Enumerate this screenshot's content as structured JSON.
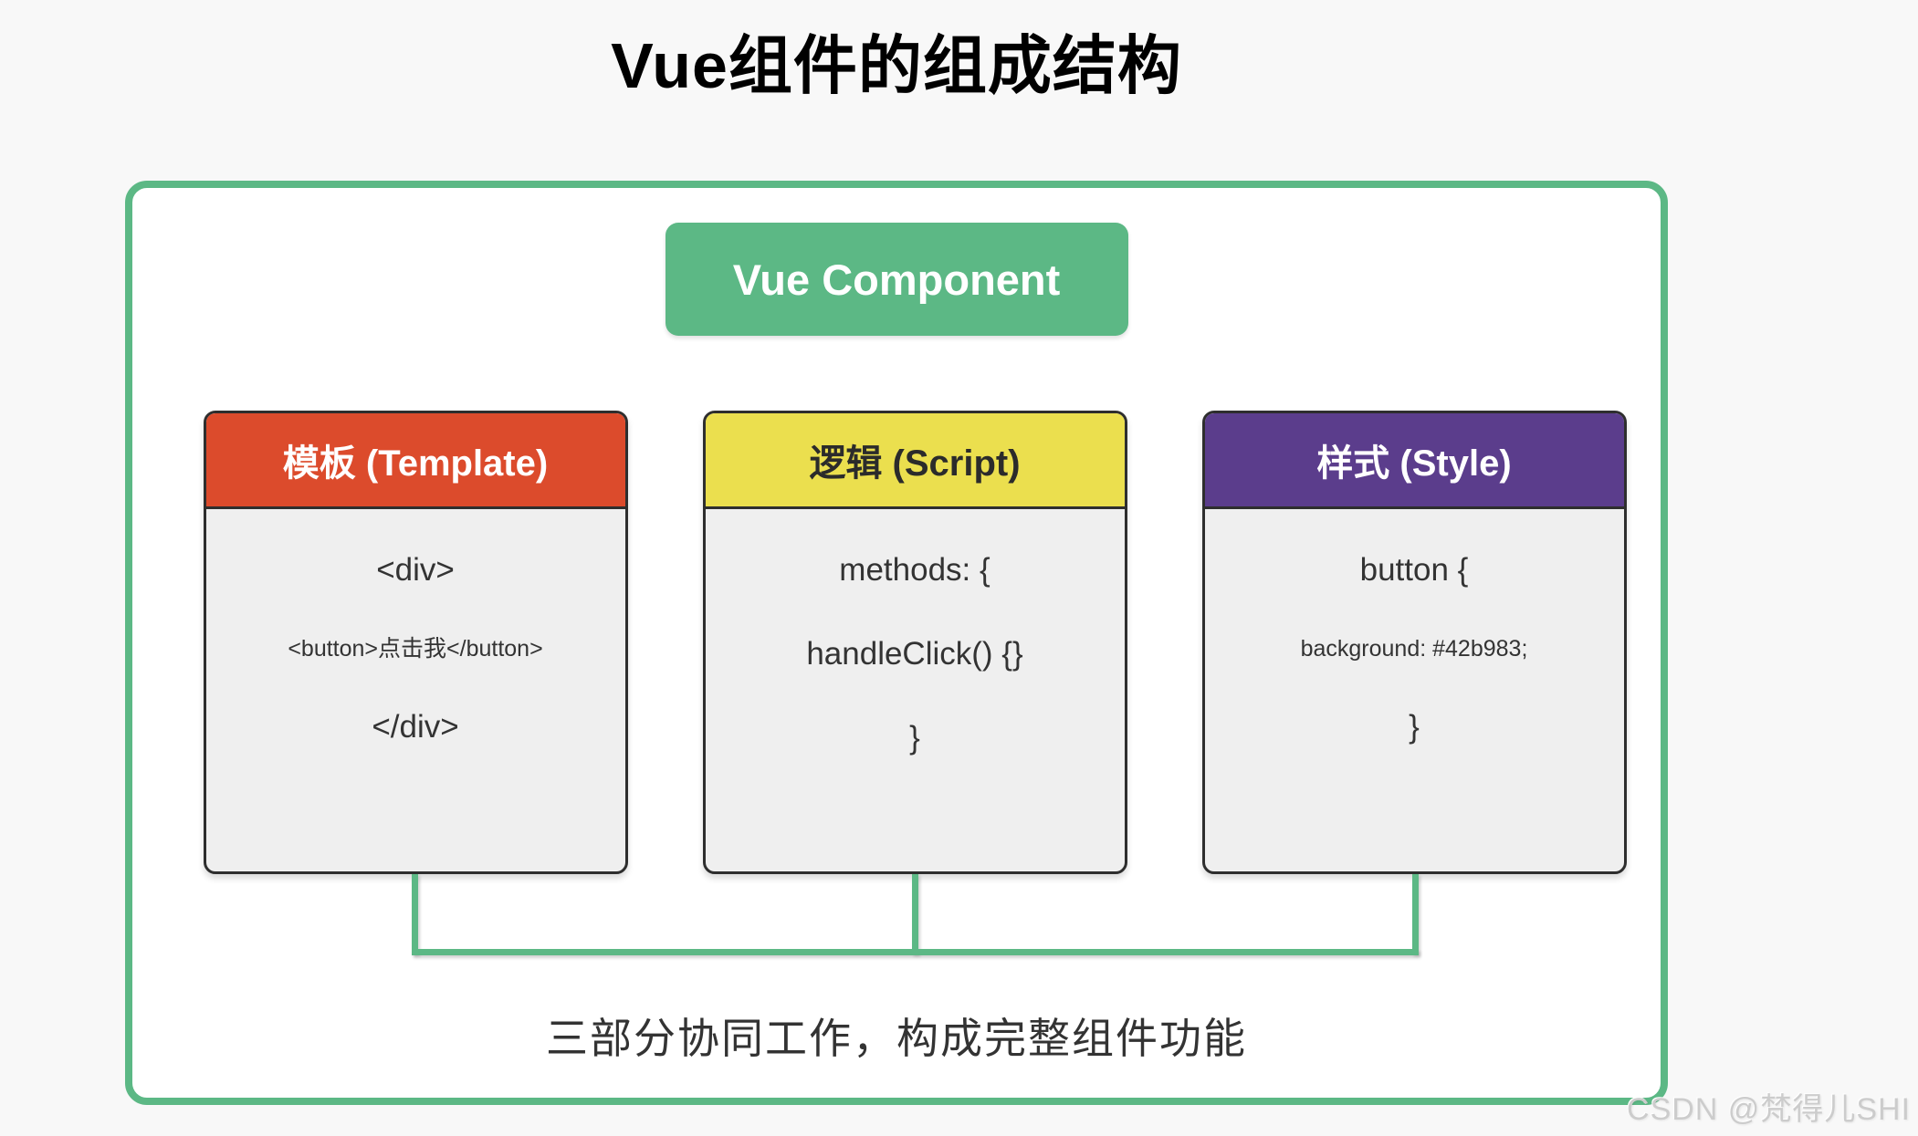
{
  "title": "Vue组件的组成结构",
  "root": {
    "label": "Vue Component"
  },
  "cards": [
    {
      "id": "template",
      "header": "模板 (Template)",
      "header_color": "#dc4b2c",
      "header_text_color": "#ffffff",
      "lines": {
        "open": "<div>",
        "middle": "<button>点击我</button>",
        "close": "</div>"
      }
    },
    {
      "id": "script",
      "header": "逻辑 (Script)",
      "header_color": "#ebdf4e",
      "header_text_color": "#2b2b2b",
      "lines": {
        "open": "methods: {",
        "middle": "handleClick() {}",
        "close": "}"
      }
    },
    {
      "id": "style",
      "header": "样式 (Style)",
      "header_color": "#5b3d8c",
      "header_text_color": "#ffffff",
      "lines": {
        "open": "button {",
        "middle": "background: #42b983;",
        "close": "}"
      }
    }
  ],
  "caption": "三部分协同工作，构成完整组件功能",
  "watermark": "CSDN @梵得儿SHI",
  "colors": {
    "accent_green": "#5cb885",
    "card_border": "#2e2e2e",
    "card_body_bg": "#efefef",
    "page_bg": "#f8f8f8"
  }
}
